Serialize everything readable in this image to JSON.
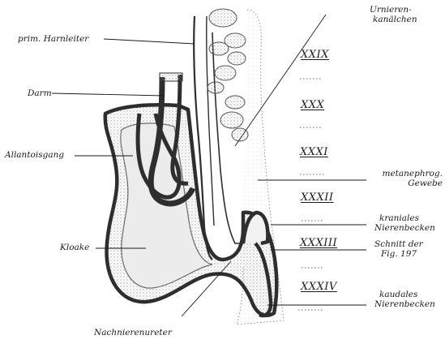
{
  "labels": {
    "urnieren": [
      "Urnieren-",
      "kanälchen"
    ],
    "harnleiter": "prim. Harnleiter",
    "darm": "Darm",
    "allantois": "Allantoisgang",
    "kloake": "Kloake",
    "metanephrog": [
      "metanephrog.",
      "Gewebe"
    ],
    "kraniales": [
      "kraniales",
      "Nierenbecken"
    ],
    "schnitt": [
      "Schnitt der",
      "Fig. 197"
    ],
    "kaudales": [
      "kaudales",
      "Nierenbecken"
    ],
    "nachnieren": "Nachnierenureter"
  },
  "segments": [
    "XXIX",
    "XXX",
    "XXXI",
    "XXXII",
    "XXXIII",
    "XXXIV"
  ],
  "colors": {
    "ink": "#1a1a1a",
    "wall": "#2e2e2e",
    "stipple": "#b9b9b9",
    "mesenchyme": "#e2e2e2"
  }
}
